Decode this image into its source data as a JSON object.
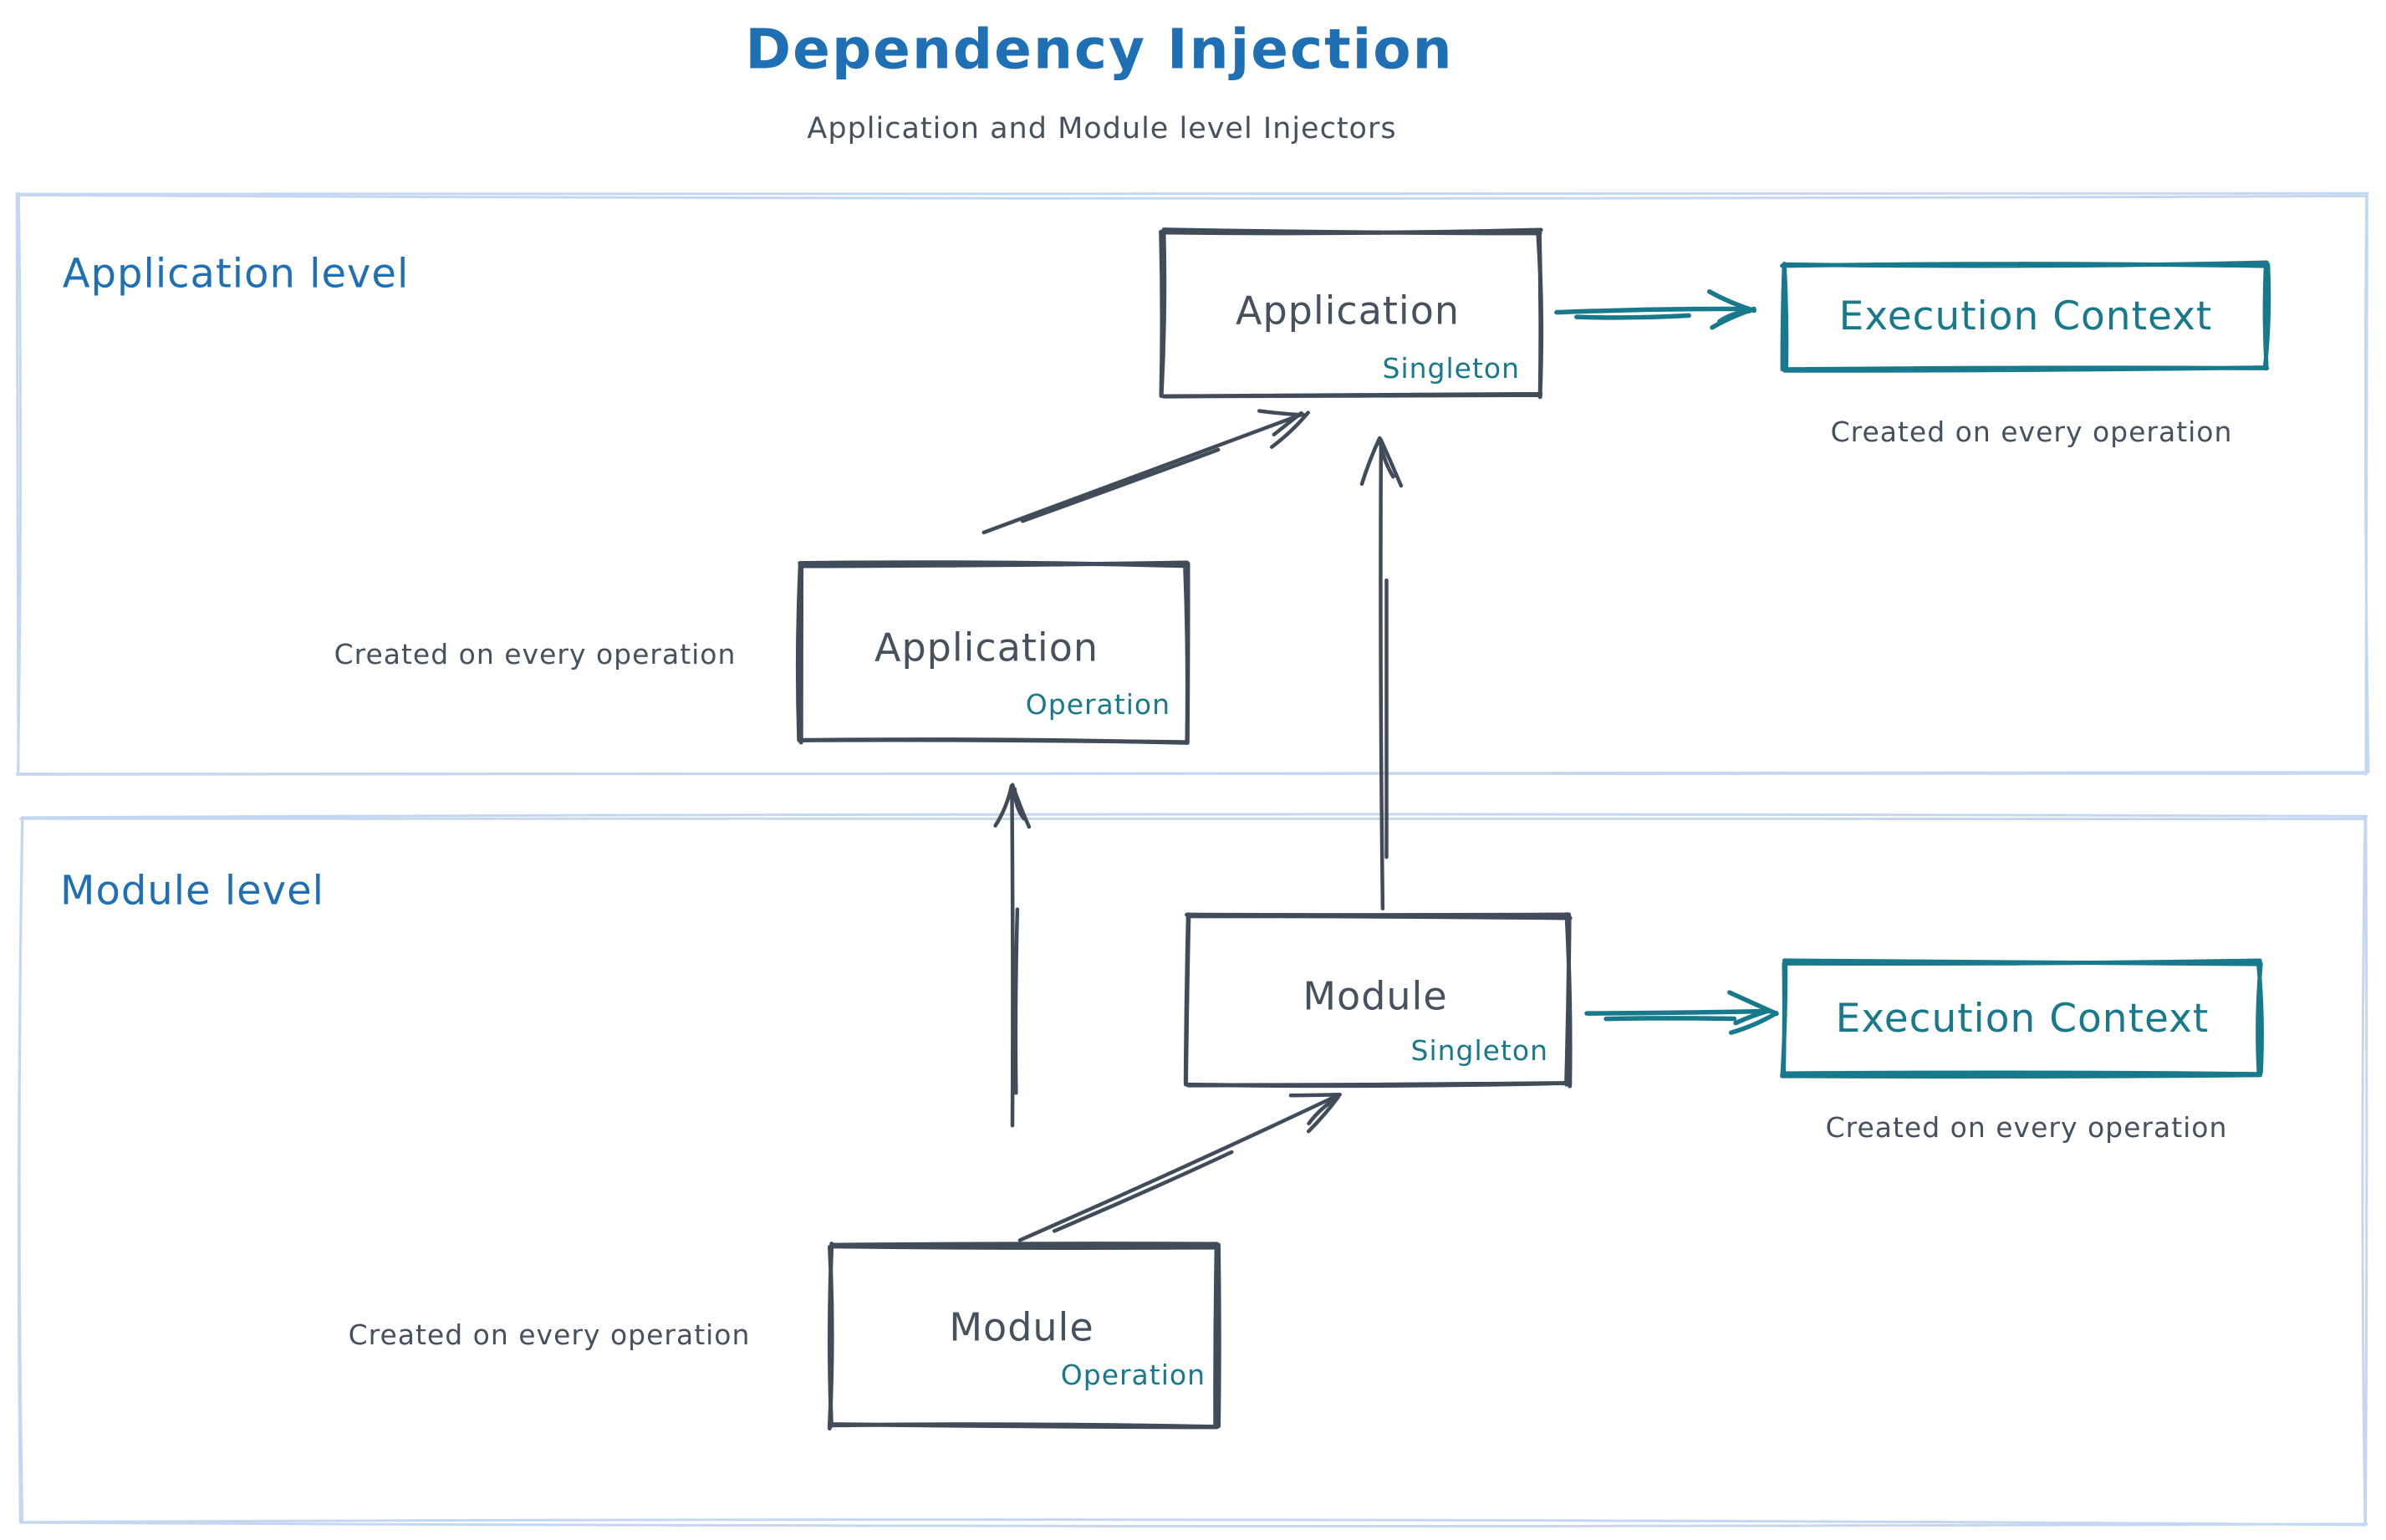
{
  "diagram": {
    "title": "Dependency Injection",
    "subtitle": "Application and Module level Injectors"
  },
  "colors": {
    "title_blue": "#1f6fb5",
    "ink_dark": "#46515f",
    "stroke_dark": "#414c5a",
    "accent_teal": "#17798b",
    "section_border_blue": "#c5d7f0",
    "background": "#ffffff"
  },
  "application_level": {
    "section_label": "Application level",
    "singleton_box": {
      "name": "Application",
      "scope": "Singleton"
    },
    "operation_box": {
      "name": "Application",
      "scope": "Operation"
    },
    "operation_caption": "Created on every operation",
    "execution_context": {
      "label": "Execution Context",
      "caption": "Created on every operation"
    }
  },
  "module_level": {
    "section_label": "Module level",
    "singleton_box": {
      "name": "Module",
      "scope": "Singleton"
    },
    "operation_box": {
      "name": "Module",
      "scope": "Operation"
    },
    "operation_caption": "Created on every operation",
    "execution_context": {
      "label": "Execution Context",
      "caption": "Created on every operation"
    }
  }
}
